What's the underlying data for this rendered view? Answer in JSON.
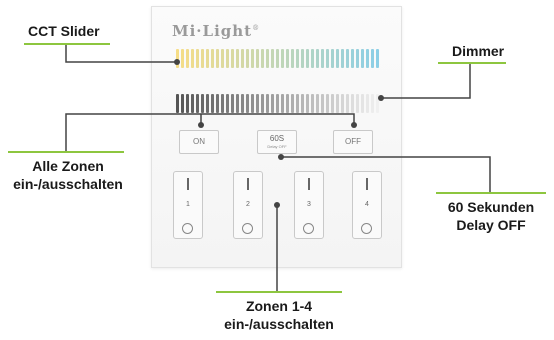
{
  "panel": {
    "brand": "Mi·Light",
    "brand_mark": "®",
    "buttons": {
      "on_label": "ON",
      "delay_label": "60S",
      "delay_sublabel": "Delay OFF",
      "off_label": "OFF"
    },
    "zones": [
      {
        "label": "1"
      },
      {
        "label": "2"
      },
      {
        "label": "3"
      },
      {
        "label": "4"
      }
    ]
  },
  "callouts": {
    "cct_slider": "CCT Slider",
    "dimmer": "Dimmer",
    "all_zones_line1": "Alle Zonen",
    "all_zones_line2": "ein-/ausschalten",
    "delay_line1": "60 Sekunden",
    "delay_line2": "Delay OFF",
    "zones_line1": "Zonen 1-4",
    "zones_line2": "ein-/ausschalten"
  },
  "colors": {
    "callout_line": "#444444",
    "callout_underline": "#8dc63f",
    "cct_warm": "#f6dd86",
    "cct_cool": "#8ccfe6",
    "dimmer_dark": "#555555",
    "dimmer_light": "#f0f0f0"
  }
}
